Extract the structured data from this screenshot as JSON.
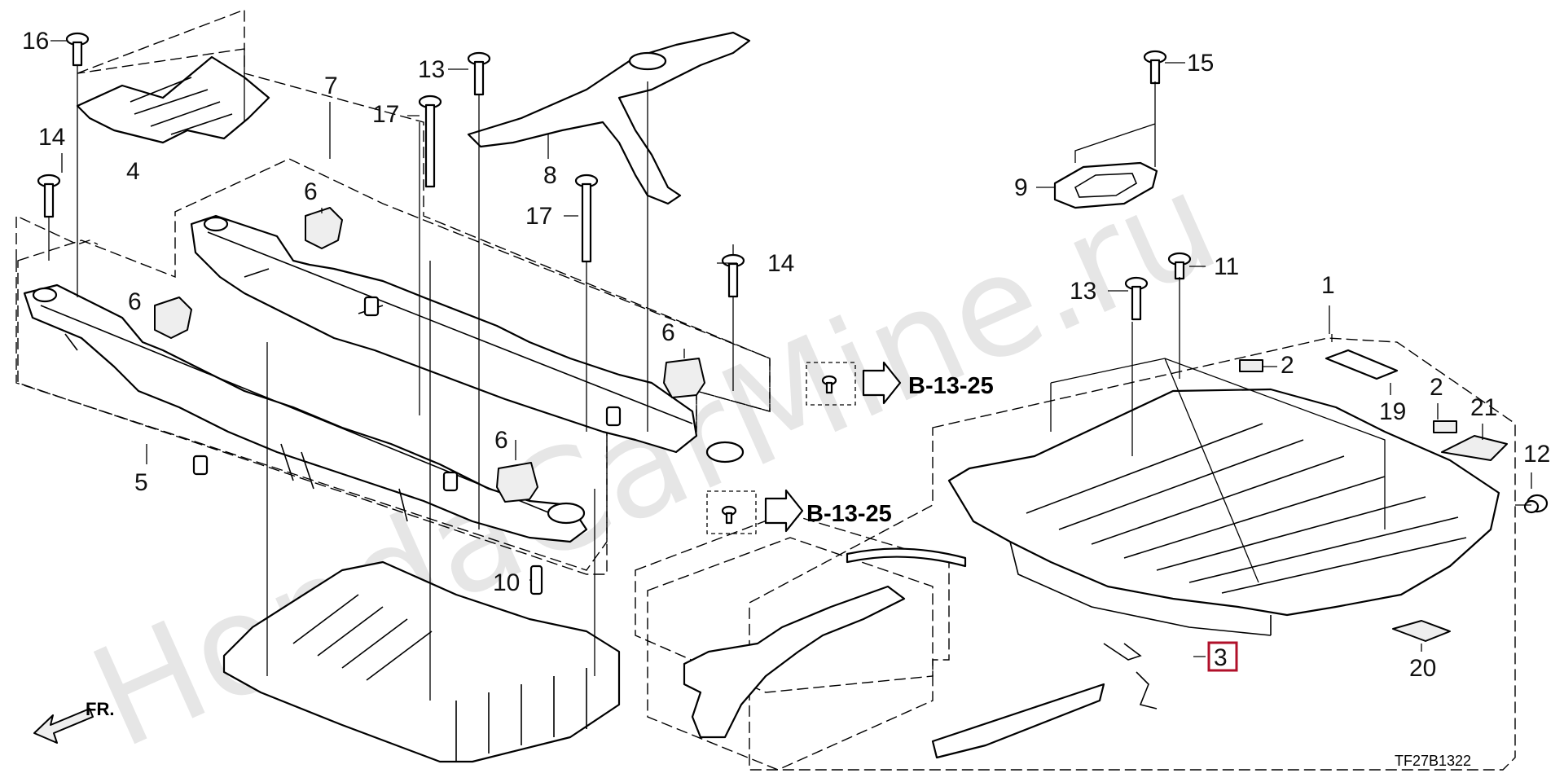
{
  "watermark": "HondaCarMine.ru",
  "diagram_code": "TF27B1322",
  "direction_label": "FR.",
  "reference_labels": [
    "B-13-25",
    "B-13-25"
  ],
  "callouts": [
    {
      "id": "c16",
      "text": "16"
    },
    {
      "id": "c4",
      "text": "4"
    },
    {
      "id": "c14a",
      "text": "14"
    },
    {
      "id": "c7",
      "text": "7"
    },
    {
      "id": "c13a",
      "text": "13"
    },
    {
      "id": "c17a",
      "text": "17"
    },
    {
      "id": "c8",
      "text": "8"
    },
    {
      "id": "c6a",
      "text": "6"
    },
    {
      "id": "c17b",
      "text": "17"
    },
    {
      "id": "c6b",
      "text": "6"
    },
    {
      "id": "c14b",
      "text": "14"
    },
    {
      "id": "c6c",
      "text": "6"
    },
    {
      "id": "c6d",
      "text": "6"
    },
    {
      "id": "c5",
      "text": "5"
    },
    {
      "id": "c10",
      "text": "10"
    },
    {
      "id": "c15",
      "text": "15"
    },
    {
      "id": "c9",
      "text": "9"
    },
    {
      "id": "c13b",
      "text": "13"
    },
    {
      "id": "c11",
      "text": "11"
    },
    {
      "id": "c1",
      "text": "1"
    },
    {
      "id": "c2a",
      "text": "2"
    },
    {
      "id": "c19",
      "text": "19"
    },
    {
      "id": "c2b",
      "text": "2"
    },
    {
      "id": "c21",
      "text": "21"
    },
    {
      "id": "c12",
      "text": "12"
    },
    {
      "id": "c3",
      "text": "3"
    },
    {
      "id": "c20",
      "text": "20"
    }
  ],
  "colors": {
    "line": "#000000",
    "highlight_box": "#b0102a",
    "watermark": "#e6e6e6",
    "part_fill": "#ffffff",
    "part_shade": "#eeeeee"
  }
}
